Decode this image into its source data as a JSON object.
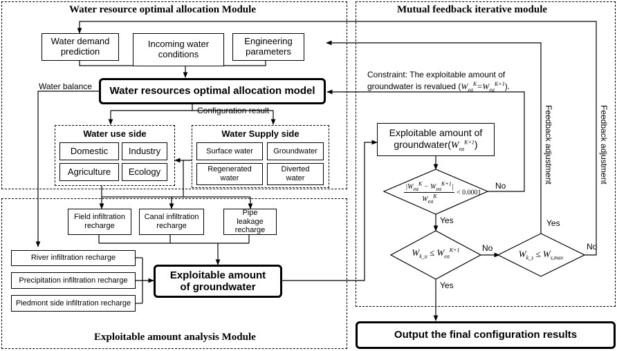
{
  "modules": {
    "allocation": "Water resource optimal allocation Module",
    "feedback": "Mutual feedback iterative module",
    "analysis": "Exploitable amount analysis Module"
  },
  "inputs": {
    "water_demand": "Water demand prediction",
    "incoming_water": "Incoming water conditions",
    "engineering": "Engineering parameters"
  },
  "model": "Water resources optimal allocation model",
  "labels": {
    "water_balance": "Water balance",
    "configuration_result": "Configuration result",
    "constraint_line1": "Constraint: The exploitable amount of",
    "constraint_line2": "groundwater is revalued (",
    "constraint_close": ").",
    "feedback_adjustment_1": "Feedback adjustment",
    "feedback_adjustment_2": "Feedback adjustment",
    "no_1": "No",
    "yes_1": "Yes",
    "no_2": "No",
    "yes_2": "Yes",
    "no_3": "No",
    "yes_3": "Yes"
  },
  "use_side": {
    "title": "Water use side",
    "items": [
      "Domestic",
      "Industry",
      "Agriculture",
      "Ecology"
    ]
  },
  "supply_side": {
    "title": "Water Supply side",
    "items": [
      "Surface water",
      "Groundwater",
      "Regenerated water",
      "Diverted water"
    ]
  },
  "recharge": {
    "field": "Field infiltration recharge",
    "canal": "Canal infiltration recharge",
    "pipe": "Pipe leakage recharge",
    "river": "River infiltration recharge",
    "precipitation": "Precipitation infiltration recharge",
    "piedmont": "Piedmont side infiltration recharge"
  },
  "exploitable": "Exploitable amount of groundwater",
  "exploitable_next": "Exploitable amount of groundwater(",
  "output": "Output the final configuration results",
  "decision": {
    "convergence_value": "< 0.0001"
  }
}
